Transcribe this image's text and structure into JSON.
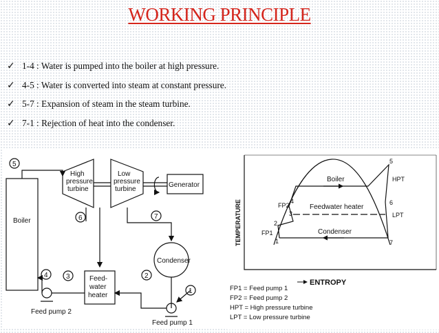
{
  "title": "WORKING PRINCIPLE",
  "bullets": [
    "1-4 : Water is pumped into the boiler at high pressure.",
    "4-5 : Water is converted  into steam at constant pressure.",
    "5-7 : Expansion of steam in the steam turbine.",
    "7-1 : Rejection of heat into the condenser."
  ],
  "plant": {
    "boiler": "Boiler",
    "hpt": [
      "High",
      "pressure",
      "turbine"
    ],
    "lpt": [
      "Low",
      "pressure",
      "turbine"
    ],
    "generator": "Generator",
    "condenser": "Condenser",
    "heater": [
      "Feed-",
      "water",
      "heater"
    ],
    "feed_pump_1": "Feed pump 1",
    "feed_pump_2": "Feed pump 2",
    "states": [
      "5",
      "6",
      "7",
      "4",
      "3",
      "2",
      "1"
    ]
  },
  "ts_diagram": {
    "ylabel": "TEMPERATURE",
    "xlabel": "ENTROPY",
    "boiler": "Boiler",
    "feedwater_heater": "Feedwater heater",
    "condenser": "Condenser",
    "labels": {
      "hpt": "HPT",
      "lpt": "LPT",
      "fp1": "FP1",
      "fp2": "FP2"
    },
    "states": [
      "5",
      "6",
      "7",
      "4",
      "3",
      "2",
      "1"
    ],
    "legend": [
      "FP1 = Feed pump 1",
      "FP2 = Feed pump 2",
      "HPT = High pressure turbine",
      "LPT = Low pressure turbine"
    ]
  }
}
